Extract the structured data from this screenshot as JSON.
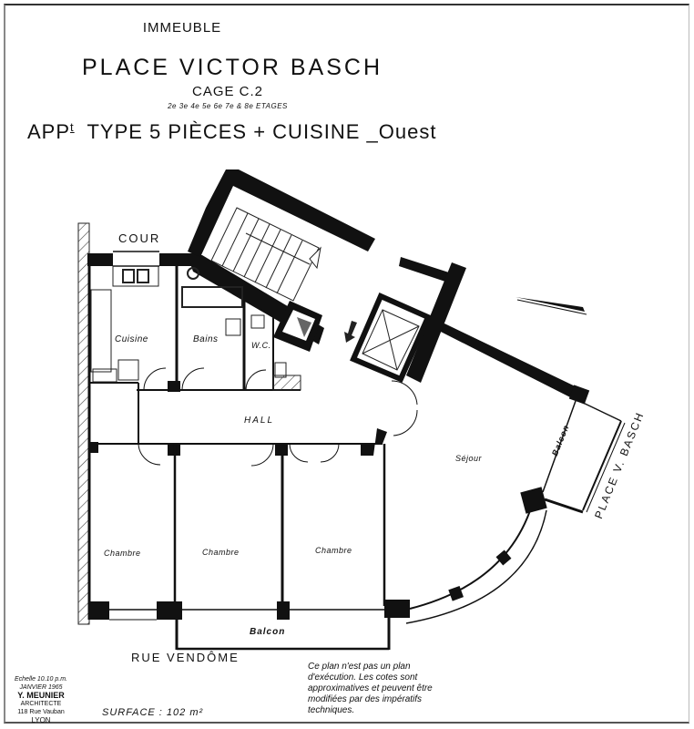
{
  "header": {
    "building_label": "IMMEUBLE",
    "building_name": "PLACE VICTOR BASCH",
    "stair_cage": "CAGE C.2",
    "floors": "2e 3e 4e 5e 6e 7e & 8e ETAGES",
    "apartment_prefix": "APP",
    "apartment_sup": "t",
    "apartment_type": "TYPE 5 PIÈCES + CUISINE _Ouest"
  },
  "rooms": {
    "courtyard": "COUR",
    "kitchen": "Cuisine",
    "bathroom": "Bains",
    "wc": "W.C.",
    "hall": "HALL",
    "living_room": "Séjour",
    "bedroom_1": "Chambre",
    "bedroom_2": "Chambre",
    "bedroom_3": "Chambre",
    "balcony_south": "Balcon",
    "balcony_east": "Balcon"
  },
  "streets": {
    "south": "RUE VENDÔME",
    "east": "PLACE V. BASCH"
  },
  "footer": {
    "scale_line": "Echelle 10.10 p.m.",
    "date_line": "JANVIER 1965",
    "architect_name": "Y. MEUNIER",
    "architect_title": "ARCHITECTE",
    "architect_address": "118 Rue Vauban",
    "architect_city": "LYON",
    "surface": "SURFACE : 102 m²",
    "disclaimer": "Ce plan n'est pas un plan d'exécution. Les cotes sont approximatives et peuvent être modifiées par des impératifs techniques."
  },
  "symbols": {
    "north_arrow": "north-arrow-icon",
    "entrance_arrow": "entrance-arrow-icon",
    "elevator": "elevator-icon",
    "staircase": "staircase-icon"
  },
  "colors": {
    "ink": "#111111",
    "paper": "#ffffff",
    "hatch": "#444444"
  }
}
